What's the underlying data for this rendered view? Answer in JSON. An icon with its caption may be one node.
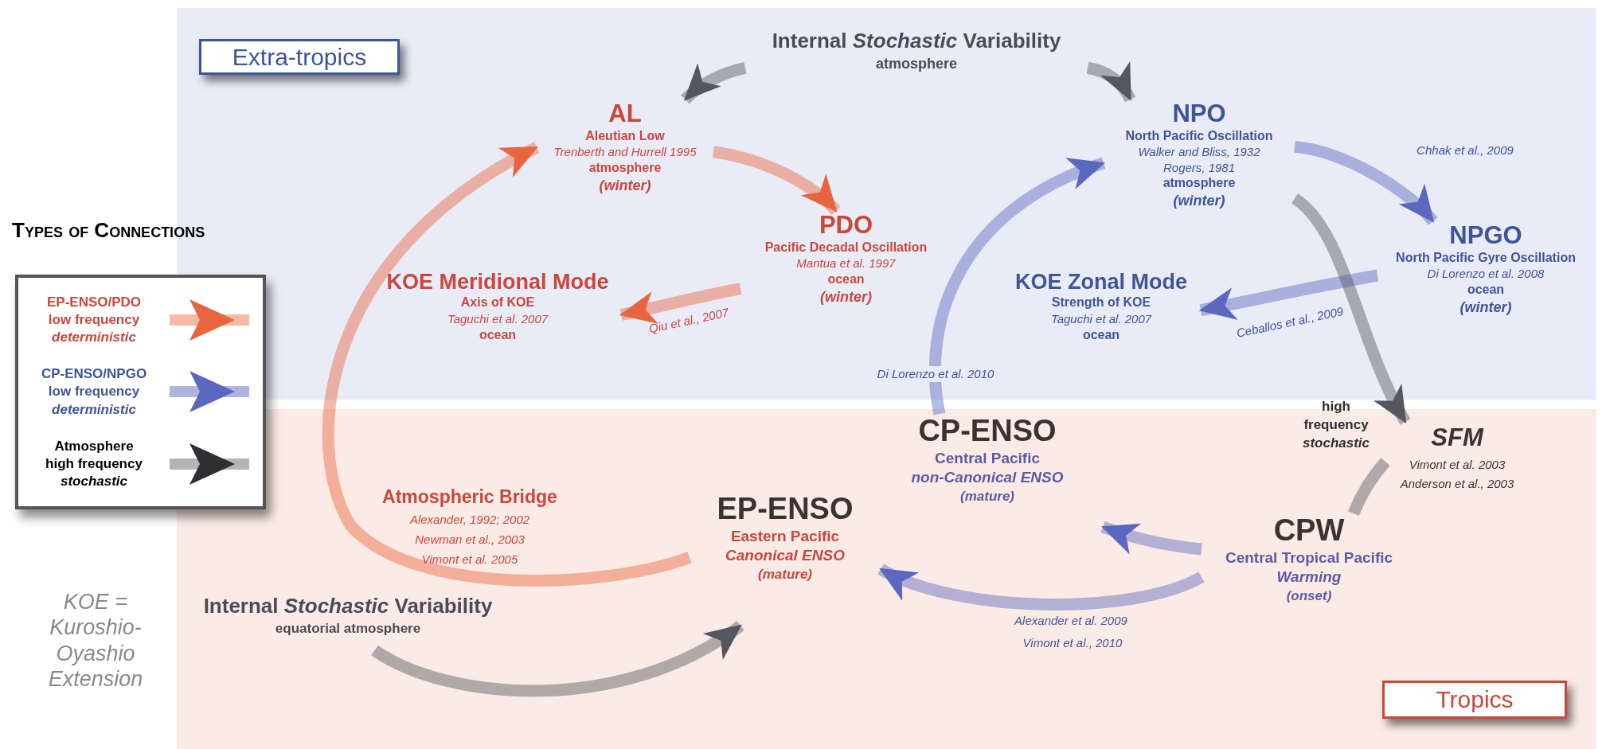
{
  "diagram": {
    "nodes": [
      {
        "text": [
          "Extra-tropics"
        ]
      },
      {
        "text": [
          "Internal *Stochastic* Variability",
          "atmosphere"
        ]
      },
      {
        "text": [
          "AL",
          "Aleutian Low",
          "Trenberth and Hurrell 1995",
          "atmosphere",
          "(winter)"
        ]
      },
      {
        "text": [
          "NPO",
          "North Pacific Oscillation",
          "Walker and Bliss, 1932",
          "Rogers, 1981",
          "atmosphere",
          "(winter)"
        ]
      },
      {
        "text": [
          "PDO",
          "Pacific Decadal Oscillation",
          "Mantua et al. 1997",
          "ocean",
          "(winter)"
        ]
      },
      {
        "text": [
          "NPGO",
          "North Pacific Gyre Oscillation",
          "Di Lorenzo et al. 2008",
          "ocean",
          "(winter)"
        ]
      },
      {
        "text": [
          "KOE Meridional Mode",
          "Axis of KOE",
          "Taguchi et al. 2007",
          "ocean"
        ]
      },
      {
        "text": [
          "KOE Zonal Mode",
          "Strength of KOE",
          "Taguchi et al. 2007",
          "ocean"
        ]
      },
      {
        "text": [
          "CP-ENSO",
          "Central Pacific",
          "non-Canonical ENSO",
          "(mature)"
        ]
      },
      {
        "text": [
          "SFM",
          "Vimont et al. 2003",
          "Anderson et al., 2003"
        ]
      },
      {
        "text": [
          "EP-ENSO",
          "Eastern Pacific",
          "Canonical ENSO",
          "(mature)"
        ]
      },
      {
        "text": [
          "CPW",
          "Central Tropical Pacific",
          "Warming",
          "(onset)"
        ]
      },
      {
        "text": [
          "Internal *Stochastic* Variability",
          "equatorial atmosphere"
        ]
      },
      {
        "text": [
          "Tropics"
        ]
      }
    ],
    "edges": [
      {
        "from": 1,
        "to": 2,
        "arrow": "to",
        "color": "#55575f"
      },
      {
        "from": 1,
        "to": 3,
        "arrow": "to",
        "color": "#55575f"
      },
      {
        "from": 2,
        "to": 4,
        "arrow": "to",
        "color": "#e8653f"
      },
      {
        "from": 4,
        "to": 6,
        "arrow": "to",
        "color": "#e8653f",
        "label": "Qiu et al., 2007"
      },
      {
        "from": 10,
        "to": 2,
        "arrow": "to",
        "color": "#e8653f",
        "label": "Atmospheric Bridge"
      },
      {
        "from": 3,
        "to": 5,
        "arrow": "to",
        "color": "#5c68bf",
        "label": "Chhak et al., 2009"
      },
      {
        "from": 5,
        "to": 7,
        "arrow": "to",
        "color": "#5c68bf",
        "label": "Ceballos et al., 2009"
      },
      {
        "from": 3,
        "to": 9,
        "arrow": "to",
        "color": "#55575f",
        "label": "high frequency *stochastic*"
      },
      {
        "from": 9,
        "to": 11,
        "arrow": "none",
        "color": "#55575f"
      },
      {
        "from": 11,
        "to": 8,
        "arrow": "to",
        "color": "#5c68bf"
      },
      {
        "from": 8,
        "to": 3,
        "arrow": "to",
        "color": "#5c68bf",
        "label": "Di Lorenzo et al. 2010"
      },
      {
        "from": 11,
        "to": 10,
        "arrow": "to",
        "color": "#5c68bf",
        "label": "Alexander et al. 2009"
      },
      {
        "from": 12,
        "to": 10,
        "arrow": "to",
        "color": "#55575f"
      }
    ],
    "labels": [
      "Types of Connections",
      "Alexander, 1992; 2002",
      "Newman et al., 2003",
      "Vimont et al. 2005",
      "KOE = Kuroshio-Oyashio Extension",
      "Vimont et al., 2010"
    ],
    "legend": [
      {
        "text": "EP-ENSO/PDO low frequency *deterministic*"
      },
      {
        "text": "CP-ENSO/NPGO low frequency *deterministic*"
      },
      {
        "text": "Atmosphere high frequency *stochastic*"
      }
    ]
  }
}
